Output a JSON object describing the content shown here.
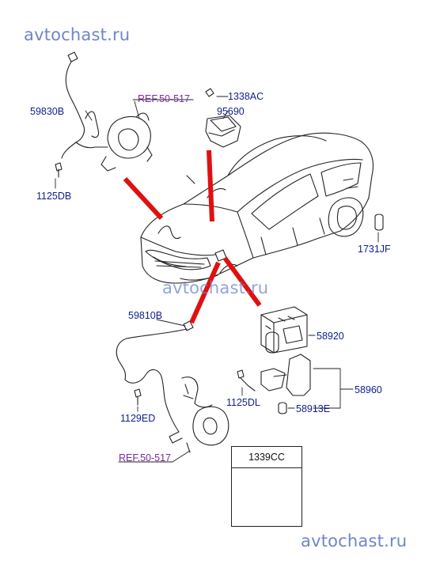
{
  "watermark": {
    "top": "avtochast.ru",
    "middle": "avtochast.ru",
    "bottom": "avtochast.ru"
  },
  "labels": {
    "p59830B": "59830B",
    "ref_top": "REF.50-517",
    "p1338AC": "1338AC",
    "p95690": "95690",
    "p1125DB": "1125DB",
    "p1731JF": "1731JF",
    "p59810B": "59810B",
    "p58920": "58920",
    "p58960": "58960",
    "p1125DL": "1125DL",
    "p58913E": "58913E",
    "p1129ED": "1129ED",
    "ref_bottom": "REF.50-517",
    "p1339CC": "1339CC"
  },
  "colors": {
    "part_label": "#0f1e8c",
    "reference_label": "#7a2aa0",
    "pointer_arrow": "#e01010",
    "watermark": "#6f86c7"
  }
}
